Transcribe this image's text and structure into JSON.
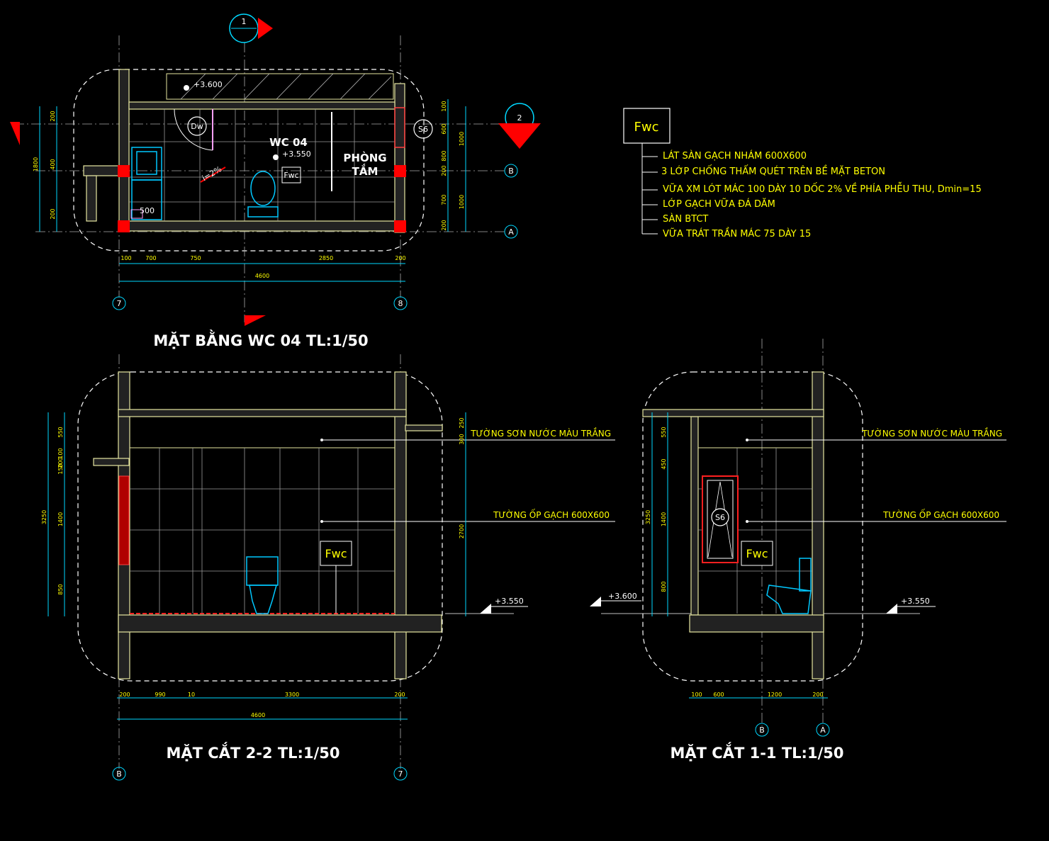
{
  "titles": {
    "plan": "MẶT BẰNG WC 04 TL:1/50",
    "section22": "MẶT CẮT 2-2 TL:1/50",
    "section11": "MẶT CẮT 1-1 TL:1/50"
  },
  "plan": {
    "room_wc": "WC 04",
    "room_bath_line1": "PHÒNG",
    "room_bath_line2": "TẮM",
    "elev_top": "+3.600",
    "elev_floor": "+3.550",
    "door_tag": "Dw",
    "window_tag": "S6",
    "fwc_tag": "Fwc",
    "slope": "i=2%",
    "drain_label": "500",
    "section_mark_1": "1",
    "section_mark_2": "2",
    "grid_b": "B",
    "grid_a": "A",
    "grid_7": "7",
    "grid_8": "8",
    "dims_bottom": [
      "100",
      "700",
      "750",
      "2850",
      "200"
    ],
    "dim_total": "4600",
    "dims_left": [
      "200",
      "400",
      "200"
    ],
    "dim_left_total": "1800",
    "dims_right": [
      "100",
      "600",
      "800",
      "200",
      "700",
      "200"
    ],
    "dims_right_outer": [
      "1000",
      "1000"
    ]
  },
  "legend": {
    "tag": "Fwc",
    "items": [
      "LÁT SÀN GẠCH NHÁM 600X600",
      "3 LỚP CHỐNG THẤM QUÉT TRÊN BỀ MẶT BETON",
      "VỮA XM LÓT MÁC 100 DÀY 10 DỐC 2% VỀ PHÍA PHỄU THU, Dmin=15",
      "LỚP GẠCH VỮA ĐÁ DĂM",
      "SÀN BTCT",
      "VỮA TRÁT TRẦN MÁC 75 DÀY 15"
    ]
  },
  "section22": {
    "label_paint": "TƯỜNG SƠN NƯỚC MÀU TRẮNG",
    "label_tile": "TƯỜNG ỐP GẠCH 600X600",
    "fwc_tag": "Fwc",
    "elev": "+3.550",
    "dims_left": [
      "550",
      "200",
      "100",
      "150",
      "1400",
      "850"
    ],
    "dim_left_total": "3250",
    "dims_right": [
      "250",
      "300",
      "2700"
    ],
    "dims_bottom": [
      "200",
      "990",
      "10",
      "3300",
      "200"
    ],
    "dim_total": "4600",
    "grid_left": "B",
    "grid_right": "7"
  },
  "section11": {
    "label_paint": "TƯỜNG SƠN NƯỚC MÀU TRẮNG",
    "label_tile": "TƯỜNG ỐP GẠCH 600X600",
    "fwc_tag": "Fwc",
    "window_tag": "S6",
    "elev_left": "+3.600",
    "elev_right": "+3.550",
    "dims_left": [
      "550",
      "450",
      "1400",
      "800"
    ],
    "dim_left_total": "3250",
    "dims_bottom": [
      "100",
      "600",
      "1200",
      "200"
    ],
    "grid_left": "B",
    "grid_right": "A"
  }
}
